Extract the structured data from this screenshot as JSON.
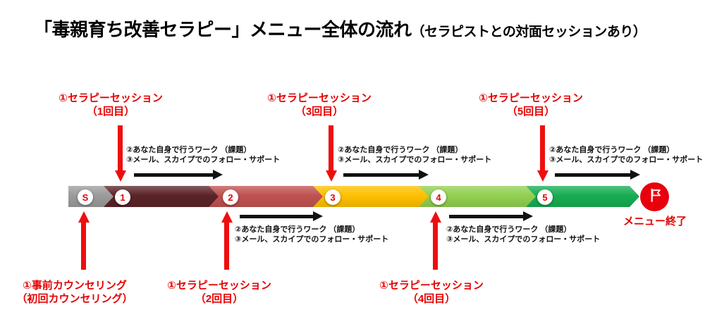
{
  "title": {
    "main": "「毒親育ち改善セラピー」メニュー全体の流れ",
    "sub": "（セラピストとの対面セッションあり）"
  },
  "palette": {
    "accent_red": "#e60000",
    "note_black": "#111111",
    "flag_red": "#e8000d"
  },
  "timeline": {
    "segments": [
      {
        "node": "S",
        "color": "#9b9b9b"
      },
      {
        "node": "1",
        "color": "#5a2328"
      },
      {
        "node": "2",
        "color": "#bf5250"
      },
      {
        "node": "3",
        "color": "#fec000"
      },
      {
        "node": "4",
        "color": "#92d050"
      },
      {
        "node": "5",
        "color": "#17ad52"
      }
    ],
    "end_marker": {
      "icon": "flag-icon",
      "label": "メニュー終了"
    }
  },
  "session_labels_top": [
    {
      "line1": "①セラピーセッション",
      "line2": "（1回目）"
    },
    {
      "line1": "①セラピーセッション",
      "line2": "（3回目）"
    },
    {
      "line1": "①セラピーセッション",
      "line2": "（5回目）"
    }
  ],
  "session_labels_bottom": [
    {
      "line1": "①事前カウンセリング",
      "line2": "（初回カウンセリング）"
    },
    {
      "line1": "①セラピーセッション",
      "line2": "（2回目）"
    },
    {
      "line1": "①セラピーセッション",
      "line2": "（4回目）"
    }
  ],
  "work_note": {
    "line1": "②あなた自身で行うワーク （課題）",
    "line2": "③メール、スカイプでのフォロー・サポート"
  }
}
